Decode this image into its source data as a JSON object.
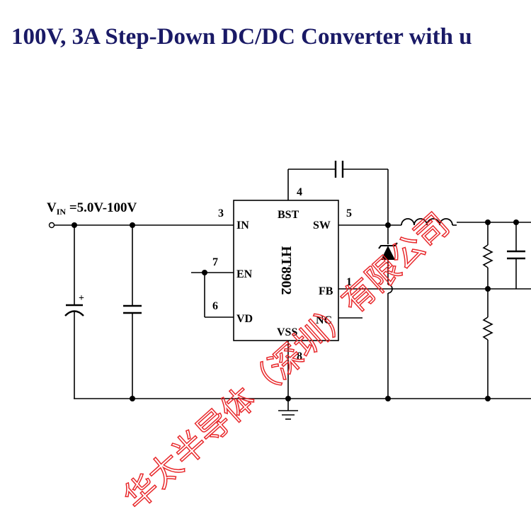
{
  "title": "100V, 3A Step-Down DC/DC Converter with u",
  "vin": {
    "prefix": "V",
    "sub": "IN",
    "value": " =5.0V-100V"
  },
  "chip": {
    "part": "HT8902",
    "pins": {
      "in": "IN",
      "en": "EN",
      "vd": "VD",
      "bst": "BST",
      "sw": "SW",
      "fb": "FB",
      "nc": "NC",
      "vss": "VSS"
    },
    "pin_numbers": {
      "in": "3",
      "bst": "4",
      "sw": "5",
      "en": "7",
      "vd": "6",
      "fb": "1",
      "vss": "8"
    }
  },
  "polarity_mark": "+",
  "watermark": "华太半导体（深圳）有限公司"
}
